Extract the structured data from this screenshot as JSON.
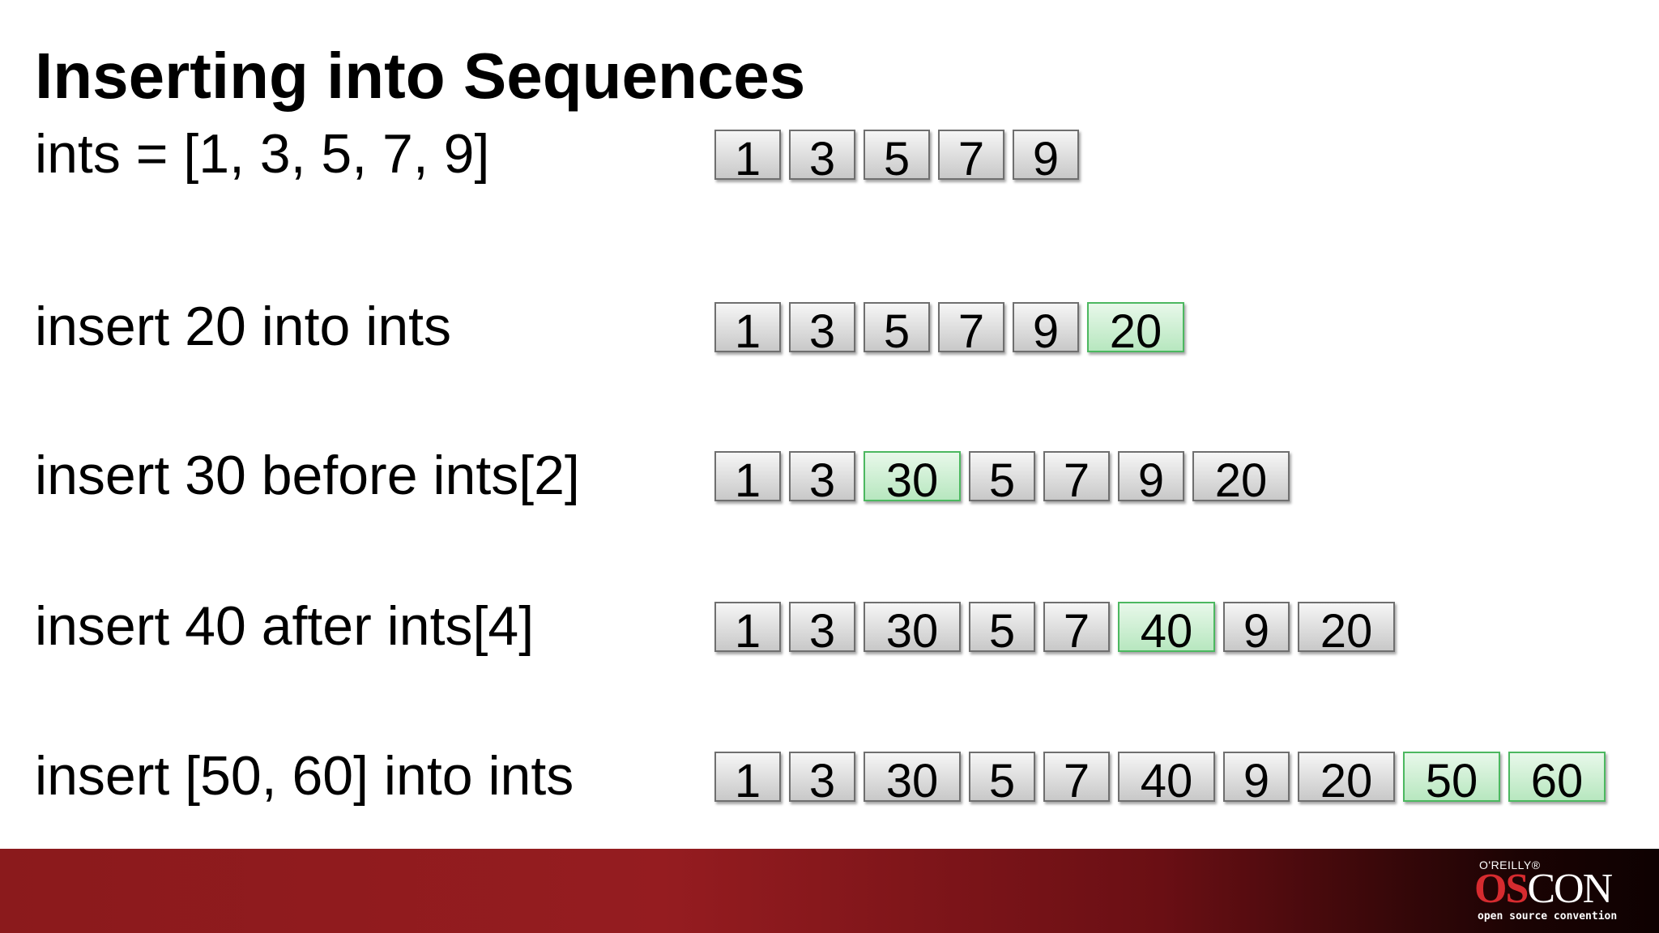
{
  "slide": {
    "title": "Inserting into Sequences"
  },
  "rows": [
    {
      "label": "ints = [1, 3, 5, 7, 9]",
      "cells": [
        "1",
        "3",
        "5",
        "7",
        "9"
      ],
      "inserted": []
    },
    {
      "label": "insert 20 into ints",
      "cells": [
        "1",
        "3",
        "5",
        "7",
        "9",
        "20"
      ],
      "inserted": [
        5
      ]
    },
    {
      "label": "insert 30 before ints[2]",
      "cells": [
        "1",
        "3",
        "30",
        "5",
        "7",
        "9",
        "20"
      ],
      "inserted": [
        2
      ]
    },
    {
      "label": "insert 40 after ints[4]",
      "cells": [
        "1",
        "3",
        "30",
        "5",
        "7",
        "40",
        "9",
        "20"
      ],
      "inserted": [
        5
      ]
    },
    {
      "label": "insert [50, 60] into ints",
      "cells": [
        "1",
        "3",
        "30",
        "5",
        "7",
        "40",
        "9",
        "20",
        "50",
        "60"
      ],
      "inserted": [
        8,
        9
      ]
    }
  ],
  "footer": {
    "logo_small": "O'REILLY®",
    "logo_os": "OS",
    "logo_con": "CON",
    "logo_sub": "open source convention"
  },
  "colors": {
    "cell_border": "#6f6f6f",
    "inserted_border": "#4cb860",
    "footer_red": "#951c20"
  }
}
